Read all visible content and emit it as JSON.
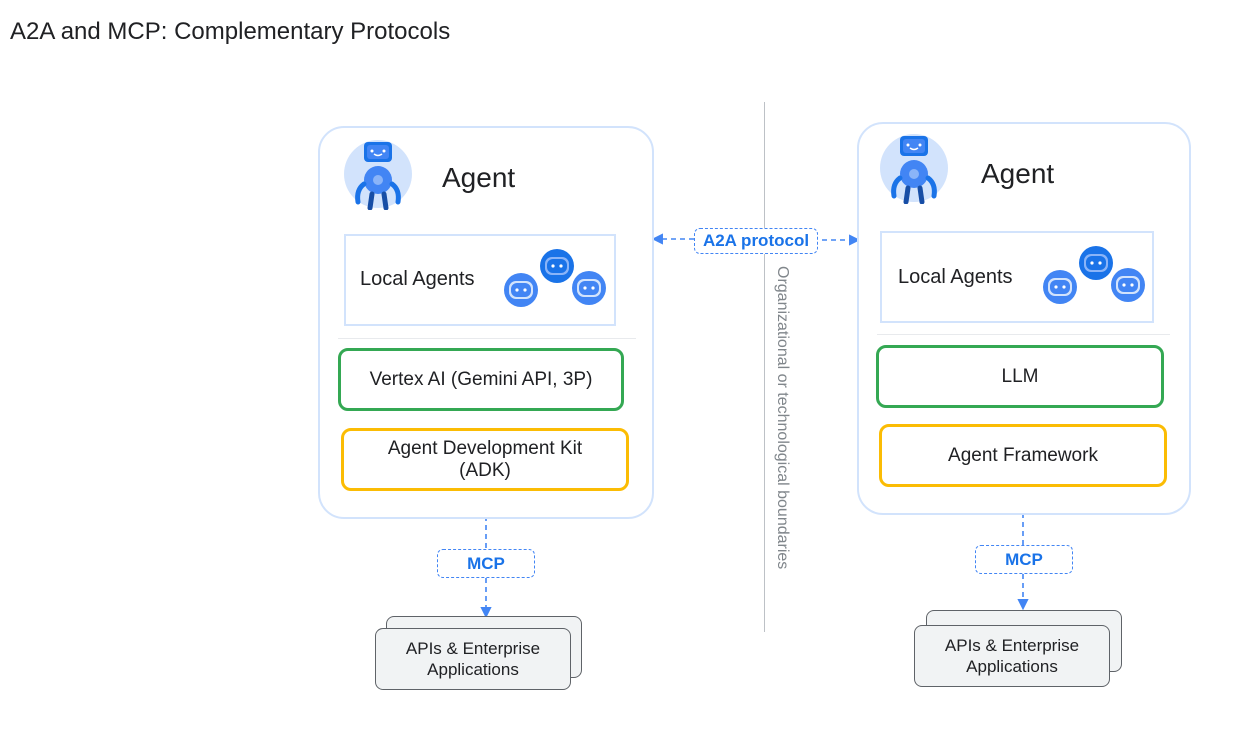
{
  "title": "A2A and MCP: Complementary Protocols",
  "protocol_label": "A2A protocol",
  "boundary_label": "Organizational or technological boundaries",
  "left": {
    "agent_title": "Agent",
    "local_agents_label": "Local Agents",
    "model_label": "Vertex AI (Gemini API, 3P)",
    "framework_label": "Agent Development Kit\n(ADK)",
    "mcp_label": "MCP",
    "apis_label": "APIs & Enterprise\nApplications"
  },
  "right": {
    "agent_title": "Agent",
    "local_agents_label": "Local Agents",
    "model_label": "LLM",
    "framework_label": "Agent Framework",
    "mcp_label": "MCP",
    "apis_label": "APIs & Enterprise\nApplications"
  },
  "colors": {
    "card_border": "#d2e3fc",
    "model_border": "#34a853",
    "framework_border": "#fbbc04",
    "protocol_blue": "#1a73e8",
    "robot_blue": "#4285f4"
  },
  "icons": {
    "agent": "robot-icon",
    "local_agent": "bot-head-icon"
  }
}
